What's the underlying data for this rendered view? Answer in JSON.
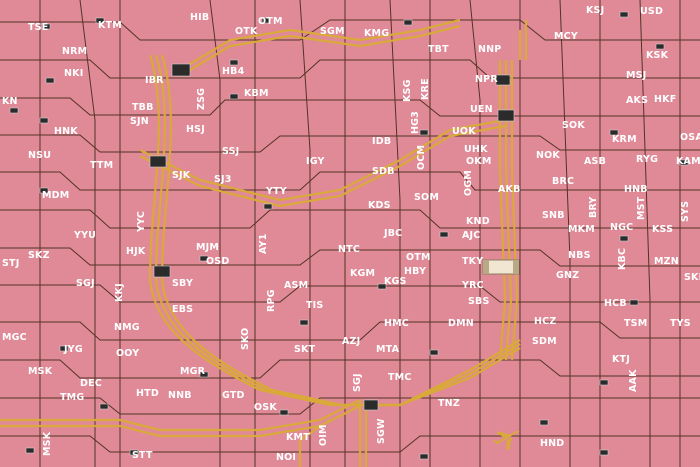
{
  "image": {
    "subject": "pink printed circuit board with gold traces laid out like a railway map",
    "colors": {
      "board": "#e08a98",
      "trace_gold": "#d9a93a",
      "trace_dark": "#3a2410",
      "silkscreen": "#ffffff",
      "component": "#2b2b2b"
    }
  },
  "station_labels": [
    "TSE",
    "KTM",
    "HIB",
    "OTK",
    "OTM",
    "SGM",
    "KMG",
    "TBT",
    "NNP",
    "MCY",
    "KSJ",
    "USD",
    "NRM",
    "NKI",
    "IBR",
    "HB4",
    "KBM",
    "KSG",
    "KRE",
    "NPR",
    "MSJ",
    "KSK",
    "KN",
    "TBB",
    "SJN",
    "ZSG",
    "HSJ",
    "HG3",
    "UEN",
    "AKS",
    "HKF",
    "HNK",
    "NSU",
    "TTM",
    "SSJ",
    "IDB",
    "UOK",
    "SOK",
    "KRM",
    "OSA",
    "SJK",
    "IGY",
    "SDB",
    "OCM",
    "UHK",
    "OKM",
    "NOK",
    "ASB",
    "RYG",
    "KAM",
    "MDM",
    "SJ3",
    "YTY",
    "SOM",
    "OGM",
    "AKB",
    "BRC",
    "HNB",
    "KDS",
    "SNB",
    "BRY",
    "MST",
    "SYS",
    "YYU",
    "YYC",
    "HJK",
    "MJM",
    "AY1",
    "NTC",
    "JBC",
    "KND",
    "AJC",
    "MKM",
    "NGC",
    "KSS",
    "STJ",
    "SKZ",
    "OSD",
    "OTM",
    "HBY",
    "TKY",
    "NBS",
    "KBC",
    "MZN",
    "SGJ",
    "SBY",
    "KGM",
    "KGS",
    "YRC",
    "GNZ",
    "SKI",
    "KKJ",
    "ASM",
    "RPG",
    "SBS",
    "HCB",
    "NMG",
    "EBS",
    "TIS",
    "HMC",
    "DMN",
    "HCZ",
    "TSM",
    "TYS",
    "MGC",
    "SKO",
    "AZJ",
    "SDM",
    "JYG",
    "OOY",
    "SKT",
    "MTA",
    "KTJ",
    "MSK",
    "DEC",
    "MGR",
    "SGJ",
    "TMC",
    "AAK",
    "TMG",
    "HTD",
    "NNB",
    "GTD",
    "OSK",
    "TNZ",
    "MSK",
    "KMT",
    "OIM",
    "SGW",
    "HND",
    "STT",
    "NOI"
  ]
}
